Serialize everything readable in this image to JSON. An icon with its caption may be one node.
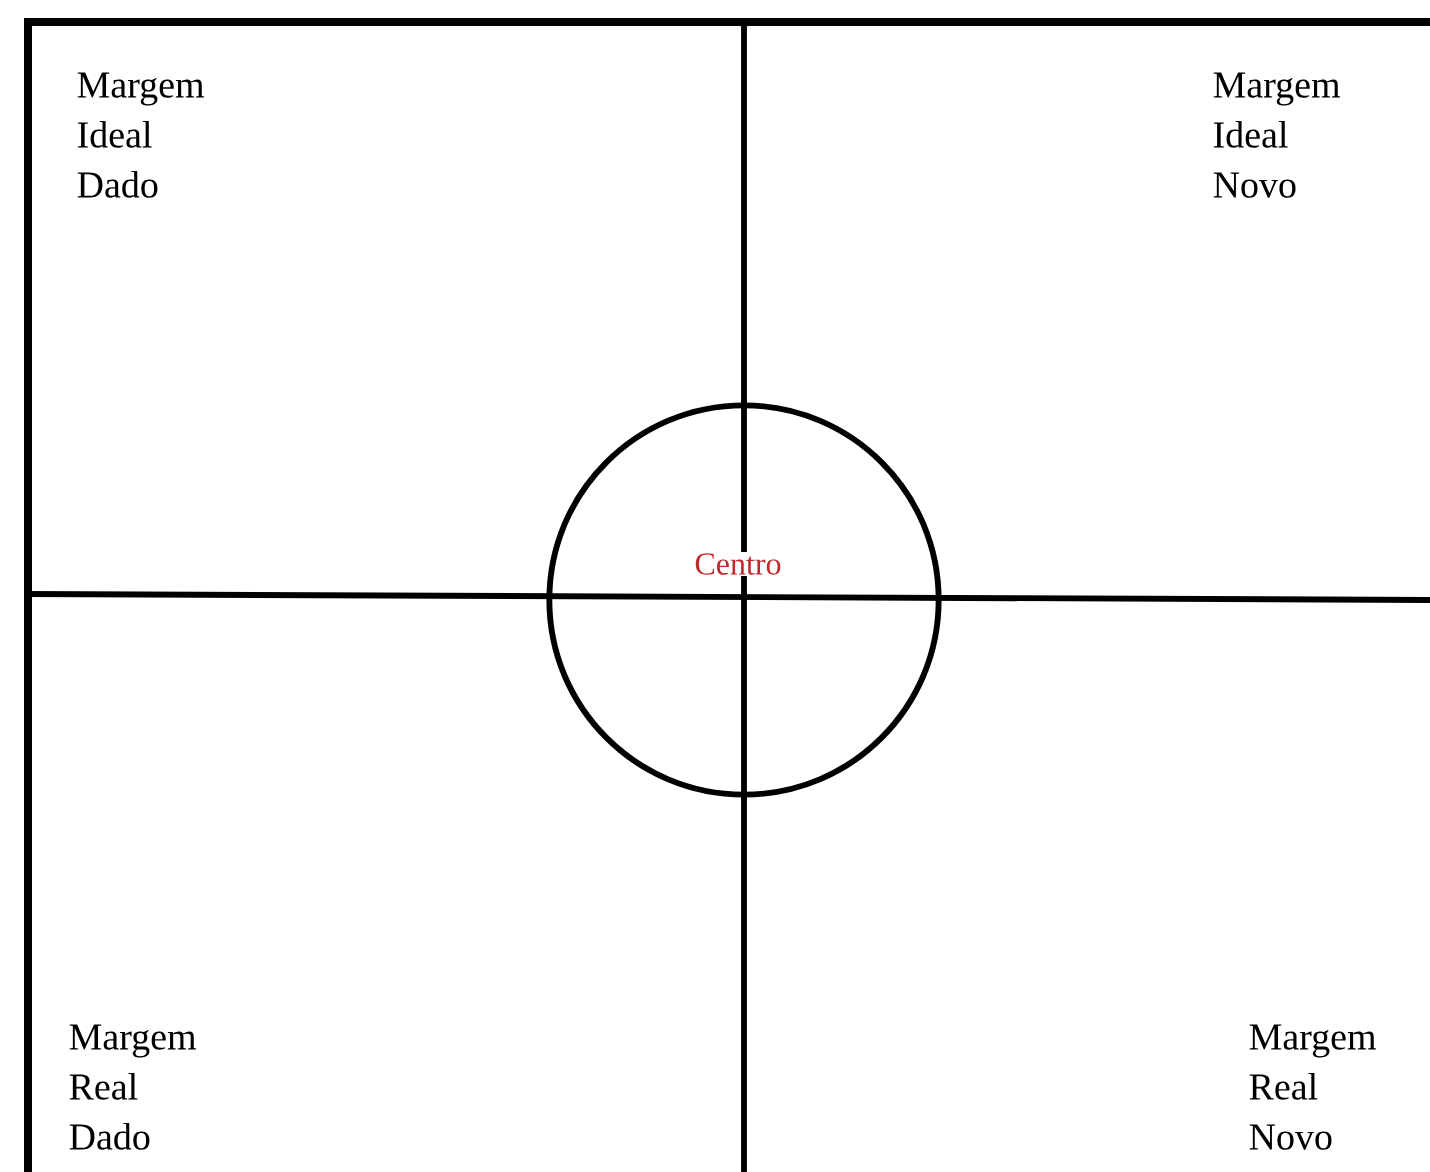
{
  "diagram": {
    "nodes": [
      {
        "text": [
          "Centro"
        ]
      }
    ],
    "labels": [
      "Margem Ideal Dado",
      "Margem Ideal Novo",
      "Margem Real Dado",
      "Margem Real Novo"
    ]
  }
}
